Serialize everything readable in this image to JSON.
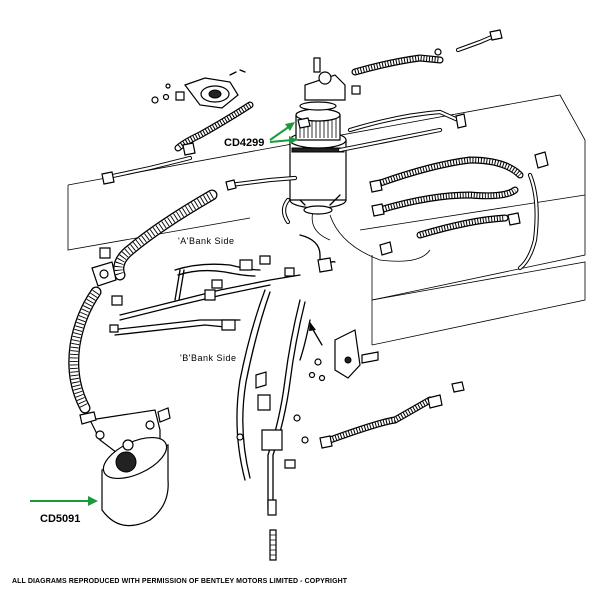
{
  "labels": {
    "filter_element": "CD4299",
    "fuel_filter": "CD5091",
    "a_bank_side": "'A'Bank Side",
    "b_bank_side": "'B'Bank Side"
  },
  "footer": {
    "copyright": "ALL DIAGRAMS REPRODUCED WITH PERMISSION OF BENTLEY MOTORS LIMITED - COPYRIGHT"
  },
  "colors": {
    "arrow": "#1a9a3a",
    "ink": "#000000",
    "background": "#ffffff"
  }
}
